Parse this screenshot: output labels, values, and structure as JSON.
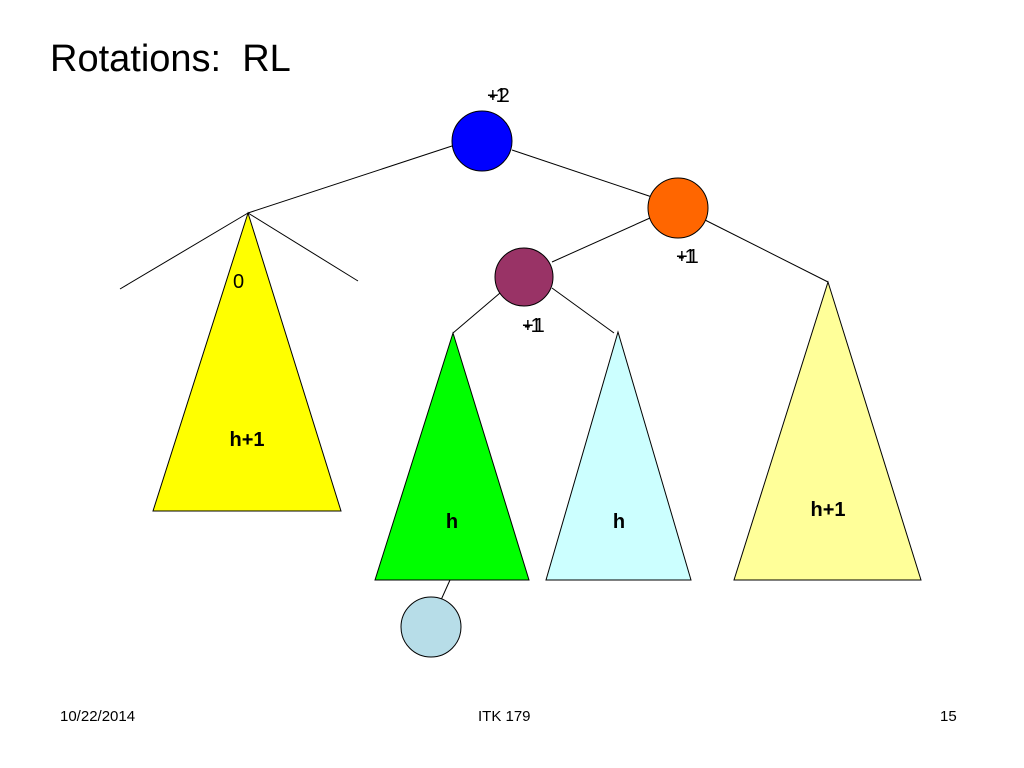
{
  "slide": {
    "title": "Rotations:  RL",
    "footer": {
      "date": "10/22/2014",
      "course": "ITK 179",
      "page": "15"
    }
  },
  "diagram": {
    "root": {
      "color": "#0000ff",
      "balance_a": "+2",
      "balance_b": "-1"
    },
    "right_child": {
      "color": "#ff6600",
      "balance_a": "+1",
      "balance_b": "-1"
    },
    "grandchild": {
      "color": "#993366",
      "balance_a": "+1",
      "balance_b": "-1"
    },
    "left_subtree": {
      "color": "#ffff00",
      "height_label": "h+1",
      "balance": "0"
    },
    "grandchild_left_subtree": {
      "color": "#00ff00",
      "height_label": "h"
    },
    "grandchild_right_subtree": {
      "color": "#ccffff",
      "height_label": "h"
    },
    "right_subtree": {
      "color": "#ffff99",
      "height_label": "h+1"
    },
    "inserted_node": {
      "color": "#b7dde8"
    }
  }
}
